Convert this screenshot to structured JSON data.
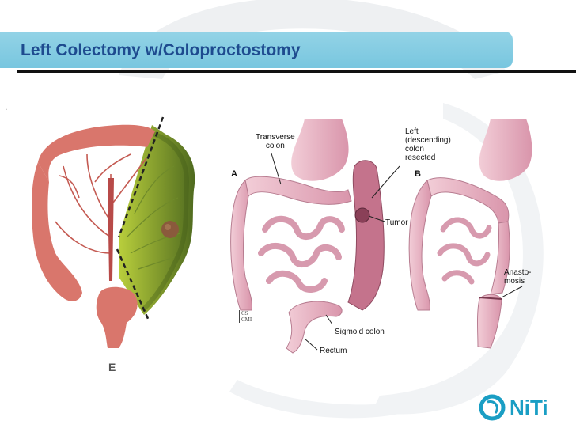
{
  "slide": {
    "title": "Left Colectomy w/Coloproctostomy",
    "bullet": "."
  },
  "figure_left": {
    "label": "E"
  },
  "figure_right": {
    "panel_a": "A",
    "panel_b": "B",
    "transverse_label": "Transverse\ncolon",
    "left_label": "Left\n(descending)\ncolon\nresected",
    "tumor_label": "Tumor",
    "sigmoid_label": "Sigmoid colon",
    "rectum_label": "Rectum",
    "anastomosis_label": "Anasto-\nmosis",
    "credit": "CS\nCMI"
  },
  "logo": {
    "text": "NiTi"
  },
  "colors": {
    "title_bar": "#86cde3",
    "title_text": "#1e4b8f",
    "colon_red": "#d9766c",
    "resected_green": "#9bb43a",
    "colon_pink": "#e9b5c5",
    "logo_blue": "#1a9ec4"
  }
}
